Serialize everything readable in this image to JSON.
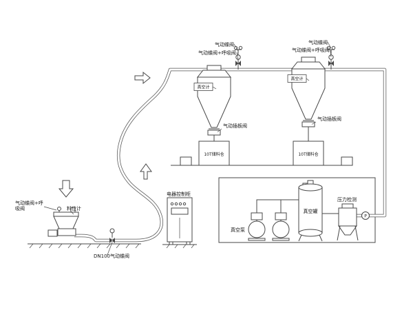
{
  "page": {
    "background": "#ffffff",
    "line_color": "#474747"
  },
  "labels": {
    "valve": "气动蝶阀",
    "valve_breather": "气动蝶阀+呼吸阀",
    "vacuum_gauge": "真空计",
    "gate_valve": "气动插板阀",
    "bin": "10T储料仓",
    "control_cabinet": "电器控制柜",
    "vacuum_pump": "真空泵",
    "vacuum_tank": "真空罐",
    "pressure_detect": "压力检测",
    "pressure_gauge": "P",
    "feeder_valve_line1": "气动蝶阀+呼",
    "feeder_valve_line2": "吸阀",
    "level_gauge": "料位计",
    "dn100_valve": "DN100气动蝶阀"
  },
  "icons": {
    "flow_down": "block-arrow-down",
    "flow_right": "block-arrow-right",
    "flow_up": "block-arrow-up",
    "pressure_gauge": "circle-with-P"
  }
}
